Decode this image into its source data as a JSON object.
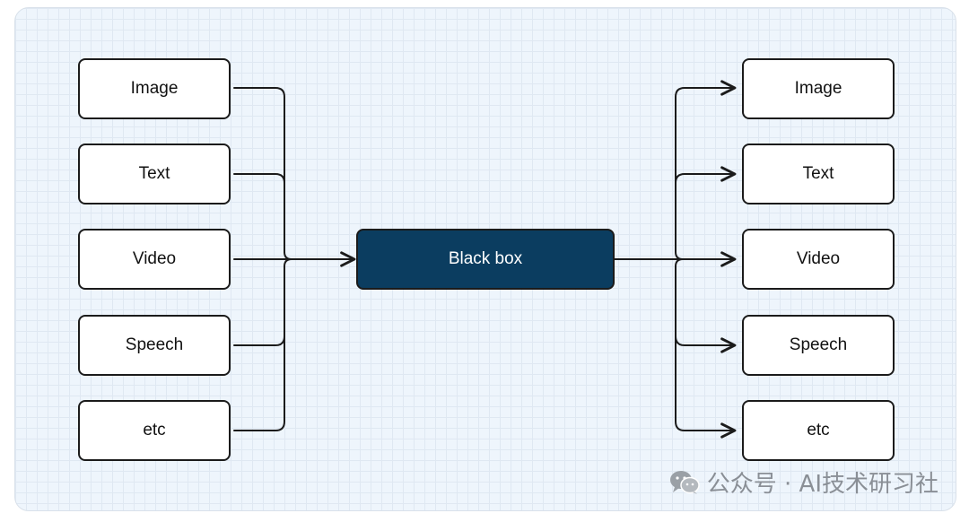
{
  "diagram": {
    "inputs": [
      "Image",
      "Text",
      "Video",
      "Speech",
      "etc"
    ],
    "center": "Black box",
    "outputs": [
      "Image",
      "Text",
      "Video",
      "Speech",
      "etc"
    ],
    "colors": {
      "center_fill": "#0b3d60",
      "node_fill": "#ffffff",
      "stroke": "#1b1b1b",
      "background": "#eef5fc",
      "grid": "#dfe8f2"
    }
  },
  "watermark": {
    "text": "公众号 · AI技术研习社",
    "icon": "wechat-icon"
  }
}
